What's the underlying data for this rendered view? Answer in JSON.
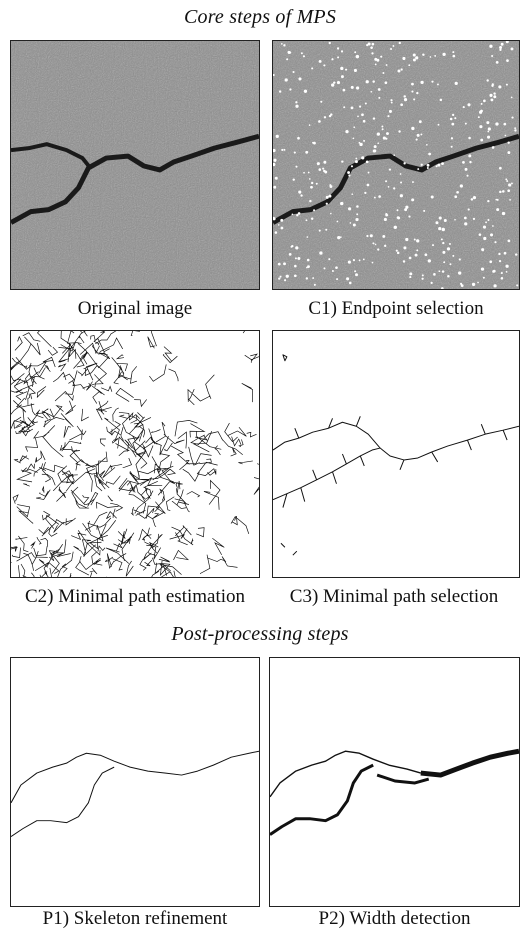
{
  "core_section": {
    "title": "Core steps of MPS",
    "panels": [
      {
        "id": "original",
        "caption": "Original image"
      },
      {
        "id": "c1",
        "caption": "C1) Endpoint selection"
      },
      {
        "id": "c2",
        "caption": "C2) Minimal path estimation"
      },
      {
        "id": "c3",
        "caption": "C3) Minimal path selection"
      }
    ]
  },
  "post_section": {
    "title": "Post-processing steps",
    "panels": [
      {
        "id": "p1",
        "caption": "P1) Skeleton refinement"
      },
      {
        "id": "p2",
        "caption": "P2) Width detection"
      }
    ]
  },
  "colors": {
    "pavement": "#8c8c8c",
    "crack": "#1a1a1a",
    "endpoint": "#ffffff",
    "line": "#111111"
  }
}
